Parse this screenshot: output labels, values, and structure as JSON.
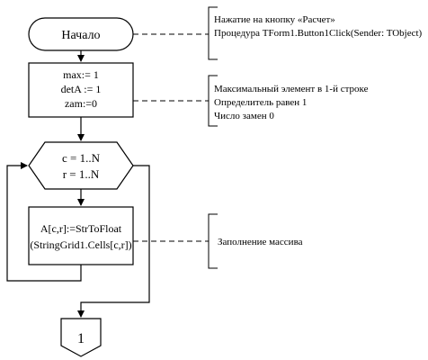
{
  "flowchart": {
    "start_label": "Начало",
    "init_lines": [
      "max:= 1",
      "detA := 1",
      "zam:=0"
    ],
    "loop_lines": [
      "c = 1..N",
      "r = 1..N"
    ],
    "process_lines": [
      "A[c,r]:=StrToFloat",
      "(StringGrid1.Cells[c,r])"
    ],
    "connector_label": "1"
  },
  "comments": {
    "start": [
      "Нажатие на кнопку «Расчет»",
      "Процедура TForm1.Button1Click(Sender: TObject)"
    ],
    "init": [
      "Максимальный элемент в 1-й строке",
      "Определитель равен 1",
      "Число замен 0"
    ],
    "process": [
      "Заполнение массива"
    ]
  }
}
